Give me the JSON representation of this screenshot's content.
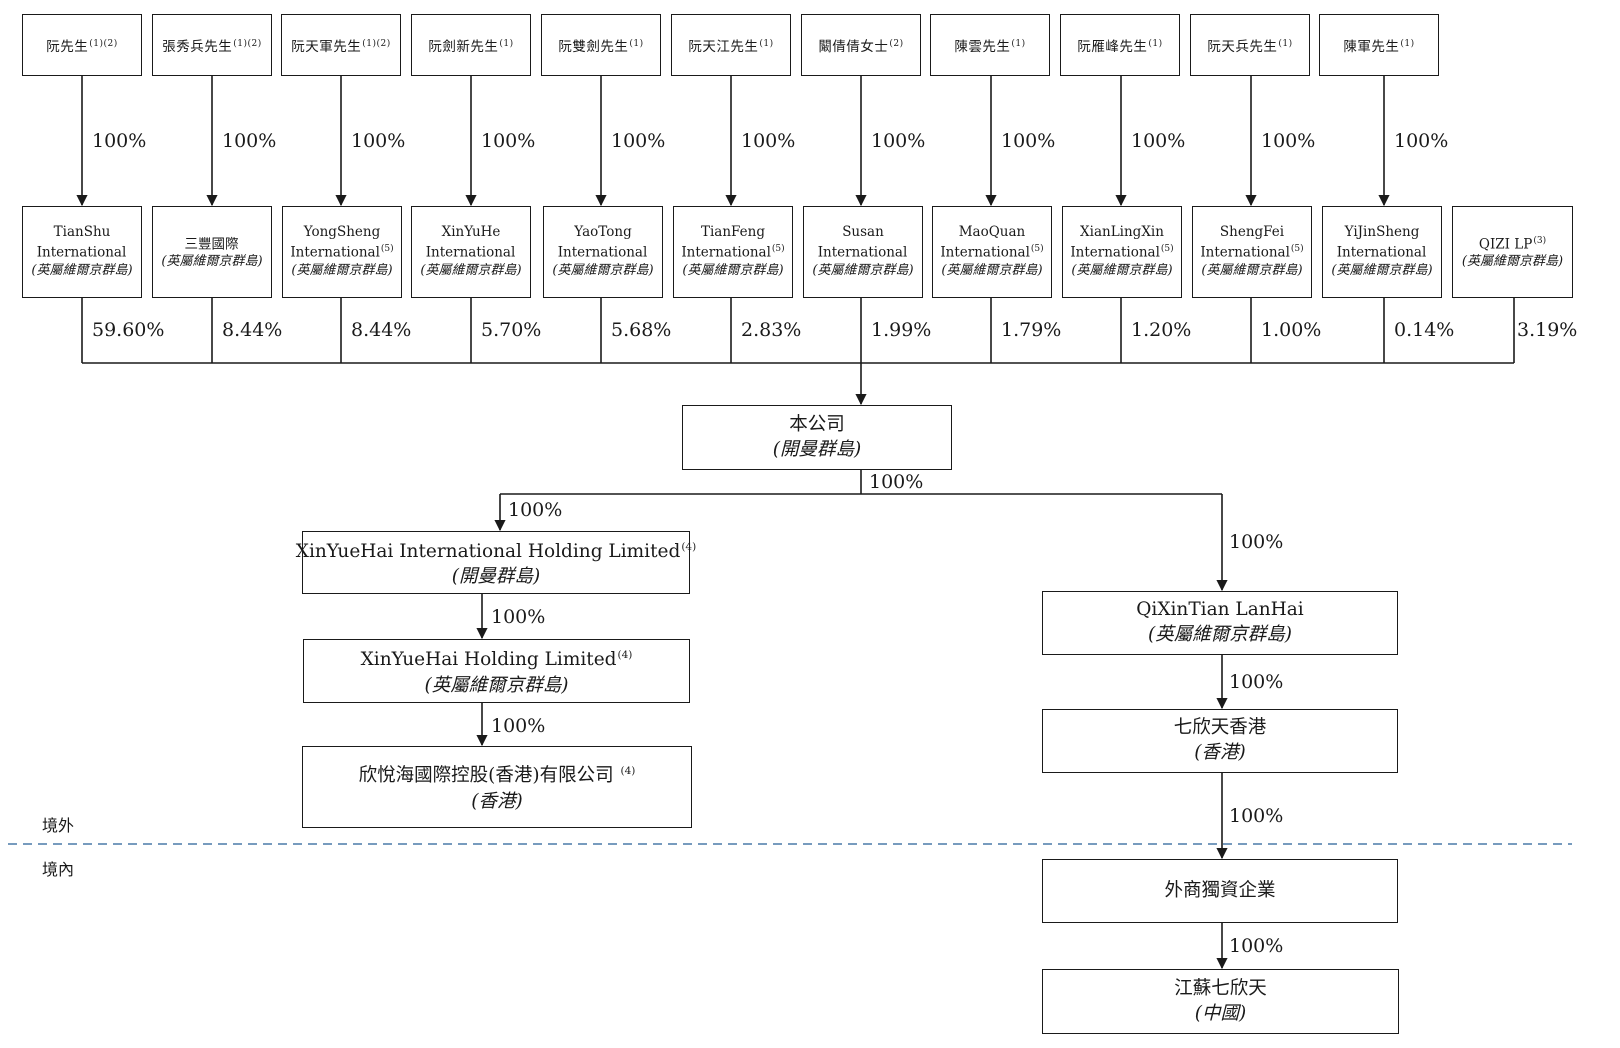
{
  "shareholders": [
    {
      "name": "阮先生",
      "note": "(1)(2)",
      "holding_pct": "100%",
      "entity": {
        "name": "TianShu International",
        "note": "",
        "jurisdiction": "(英屬維爾京群島)"
      },
      "share_pct": "59.60%"
    },
    {
      "name": "張秀兵先生",
      "note": "(1)(2)",
      "holding_pct": "100%",
      "entity": {
        "name": "三豐國際",
        "note": "",
        "jurisdiction": "(英屬維爾京群島)"
      },
      "share_pct": "8.44%"
    },
    {
      "name": "阮天軍先生",
      "note": "(1)(2)",
      "holding_pct": "100%",
      "entity": {
        "name": "YongSheng International",
        "note": "(5)",
        "jurisdiction": "(英屬維爾京群島)"
      },
      "share_pct": "8.44%"
    },
    {
      "name": "阮劍新先生",
      "note": "(1)",
      "holding_pct": "100%",
      "entity": {
        "name": "XinYuHe International",
        "note": "",
        "jurisdiction": "(英屬維爾京群島)"
      },
      "share_pct": "5.70%"
    },
    {
      "name": "阮雙劍先生",
      "note": "(1)",
      "holding_pct": "100%",
      "entity": {
        "name": "YaoTong International",
        "note": "",
        "jurisdiction": "(英屬維爾京群島)"
      },
      "share_pct": "5.68%"
    },
    {
      "name": "阮天江先生",
      "note": "(1)",
      "holding_pct": "100%",
      "entity": {
        "name": "TianFeng International",
        "note": "(5)",
        "jurisdiction": "(英屬維爾京群島)"
      },
      "share_pct": "2.83%"
    },
    {
      "name": "闞倩倩女士",
      "note": "(2)",
      "holding_pct": "100%",
      "entity": {
        "name": "Susan International",
        "note": "",
        "jurisdiction": "(英屬維爾京群島)"
      },
      "share_pct": "1.99%"
    },
    {
      "name": "陳雲先生",
      "note": "(1)",
      "holding_pct": "100%",
      "entity": {
        "name": "MaoQuan International",
        "note": "(5)",
        "jurisdiction": "(英屬維爾京群島)"
      },
      "share_pct": "1.79%"
    },
    {
      "name": "阮雁峰先生",
      "note": "(1)",
      "holding_pct": "100%",
      "entity": {
        "name": "XianLingXin International",
        "note": "(5)",
        "jurisdiction": "(英屬維爾京群島)"
      },
      "share_pct": "1.20%"
    },
    {
      "name": "阮天兵先生",
      "note": "(1)",
      "holding_pct": "100%",
      "entity": {
        "name": "ShengFei International",
        "note": "(5)",
        "jurisdiction": "(英屬維爾京群島)"
      },
      "share_pct": "1.00%"
    },
    {
      "name": "陳軍先生",
      "note": "(1)",
      "holding_pct": "100%",
      "entity": {
        "name": "YiJinSheng International",
        "note": "",
        "jurisdiction": "(英屬維爾京群島)"
      },
      "share_pct": "0.14%"
    }
  ],
  "qizi": {
    "name": "QIZI LP",
    "note": "(3)",
    "jurisdiction": "(英屬維爾京群島)",
    "share_pct": "3.19%"
  },
  "company": {
    "name": "本公司",
    "jurisdiction": "(開曼群島)",
    "pct_label": "100%"
  },
  "left_branch": {
    "l1": {
      "name": "XinYueHai International Holding Limited",
      "note": "(4)",
      "jurisdiction": "(開曼群島)",
      "pct": "100%"
    },
    "l2": {
      "name": "XinYueHai Holding Limited",
      "note": "(4)",
      "jurisdiction": "(英屬維爾京群島)",
      "pct": "100%"
    },
    "l3": {
      "name": "欣悅海國際控股(香港)有限公司",
      "note": "(4)",
      "jurisdiction": "(香港)",
      "pct": "100%"
    }
  },
  "right_branch": {
    "r1": {
      "name": "QiXinTian LanHai",
      "jurisdiction": "(英屬維爾京群島)",
      "pct": "100%"
    },
    "r2": {
      "name": "七欣天香港",
      "jurisdiction": "(香港)",
      "pct": "100%"
    },
    "r3": {
      "name": "外商獨資企業",
      "pct": "100%"
    },
    "r4": {
      "name": "江蘇七欣天",
      "jurisdiction": "(中國)",
      "pct": "100%"
    }
  },
  "regions": {
    "offshore": "境外",
    "onshore": "境內"
  },
  "colors": {
    "line": "#1a1a1a",
    "divider": "#4a7aa8"
  }
}
